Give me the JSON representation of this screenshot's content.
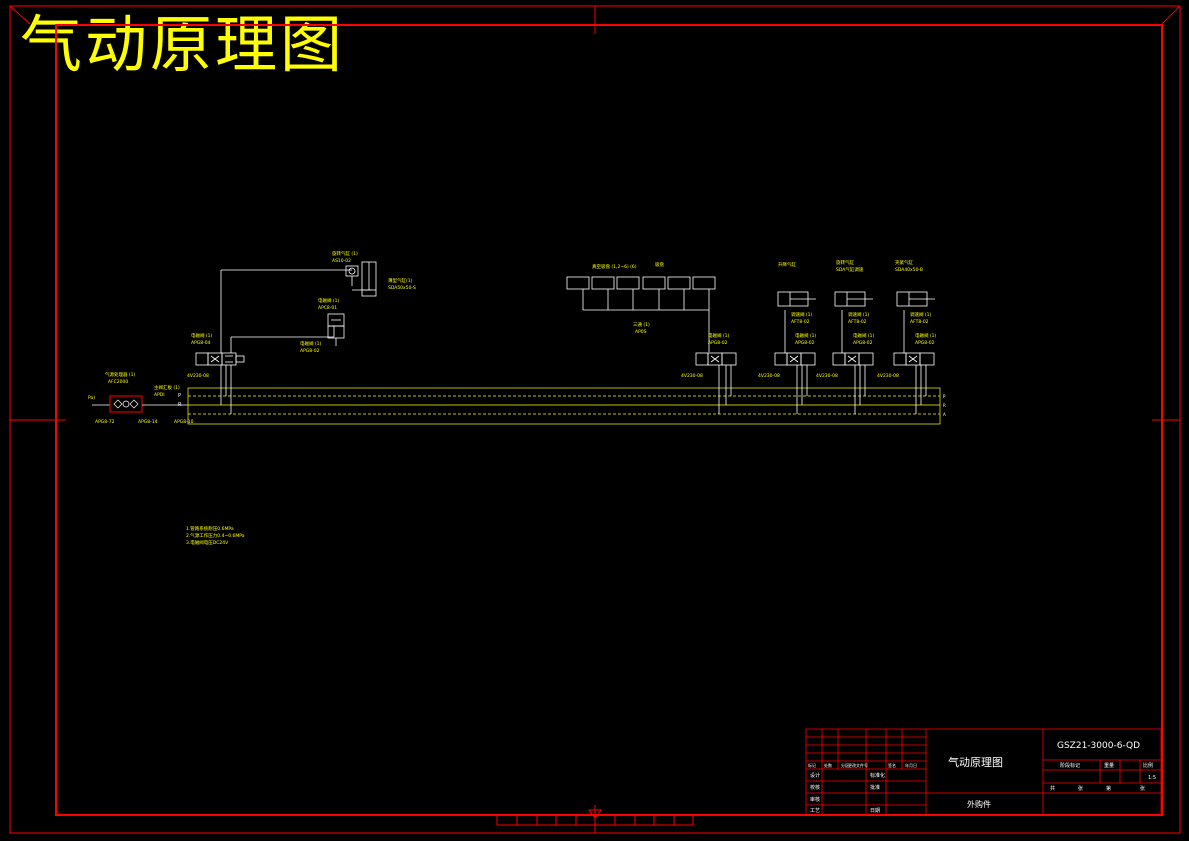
{
  "drawing": {
    "title": "气动原理图"
  },
  "frl": {
    "label1": "气源处理器 (1)",
    "label2": "AFC2000",
    "supply_label": "Pa)",
    "bottom_left": "APG8-72",
    "bottom_mid": "APG8-14"
  },
  "manifold": {
    "label1": "主阀汇板 (1)",
    "label2": "APDI",
    "port_p": "P",
    "port_r": "R",
    "port_a": "A",
    "left_bottom": "APG8-10"
  },
  "valve1": {
    "label1": "电磁阀 (1)",
    "label2": "APG8-04",
    "model": "4V230-08"
  },
  "rotary": {
    "label1": "旋转气缸 (1)",
    "label2": "AS10-02"
  },
  "cylinder_main": {
    "label1": "薄型气缸(1)",
    "label2": "SDA50x50-S"
  },
  "valve_small": {
    "label1": "电磁阀 (1)",
    "label2": "APC8-01",
    "label3": "电磁阀 (1)",
    "label4": "APG8-02"
  },
  "gripper_group": {
    "label": "真空吸盘 (1,2~6) (6)",
    "label_right": "吸盘",
    "mid1": "三通 (1)",
    "mid2": "AP0S"
  },
  "valves_right": [
    {
      "label1": "电磁阀 (1)",
      "label2": "APG8-02",
      "model": "4V230-08"
    },
    {
      "label1": "电磁阀 (1)",
      "label2": "APG8-02",
      "model": "4V230-08"
    },
    {
      "label1": "电磁阀 (1)",
      "label2": "APG8-02",
      "model": "4V230-08"
    },
    {
      "label1": "电磁阀 (1)",
      "label2": "APG8-02",
      "model": "4V230-08"
    }
  ],
  "cylinders_right": [
    {
      "top1": "升降气缸",
      "top2": "",
      "label1": "调速阀 (1)",
      "label2": "AFT8-02"
    },
    {
      "top1": "旋转气缸",
      "top2": "SDA气缸调速",
      "label1": "调速阀 (1)",
      "label2": "AFT8-02"
    },
    {
      "top1": "夹紧气缸",
      "top2": "SDA40x50-B",
      "label1": "调速阀 (1)",
      "label2": "AFT8-02"
    }
  ],
  "manifold_right_ends": [
    "P",
    "R",
    "A"
  ],
  "notes": [
    "1.管路系统耐压0.6MPa",
    "2.气源工作压力0.4~0.6MPa",
    "3.电磁阀电压DC24V"
  ],
  "title_block": {
    "drawing_name": "气动原理图",
    "code": "GSZ21-3000-6-QD",
    "material": "外购件",
    "row_labels": [
      "标记",
      "处数",
      "分区",
      "更改文件号",
      "签名",
      "年月日"
    ],
    "sign_labels": [
      "设计",
      "校核",
      "审核",
      "工艺",
      "标准化",
      "批准",
      "日期"
    ],
    "stage_labels": [
      "阶段标记",
      "重量",
      "比例"
    ],
    "scale": "1:5",
    "sheet_labels": [
      "共",
      "张",
      "第",
      "张"
    ]
  }
}
